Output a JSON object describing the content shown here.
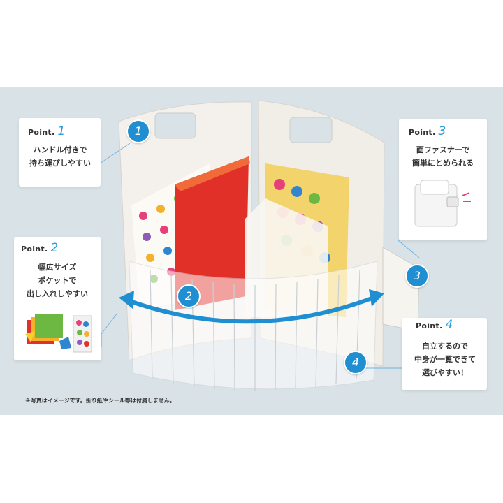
{
  "point_label": "Point.",
  "points": [
    {
      "number": "1",
      "text_lines": [
        "ハンドル付きで",
        "持ち運びしやすい"
      ]
    },
    {
      "number": "2",
      "text_lines": [
        "幅広サイズ",
        "ポケットで",
        "出し入れしやすい"
      ]
    },
    {
      "number": "3",
      "text_lines": [
        "面ファスナーで",
        "簡単にとめられる"
      ]
    },
    {
      "number": "4",
      "text_lines": [
        "自立するので",
        "中身が一覧できて",
        "選びやすい！"
      ]
    }
  ],
  "badges": [
    "1",
    "2",
    "3",
    "4"
  ],
  "footnote": "※写真はイメージです。折り紙やシール等は付属しません。",
  "colors": {
    "accent": "#1f8fd2",
    "background": "#d9e2e6"
  }
}
